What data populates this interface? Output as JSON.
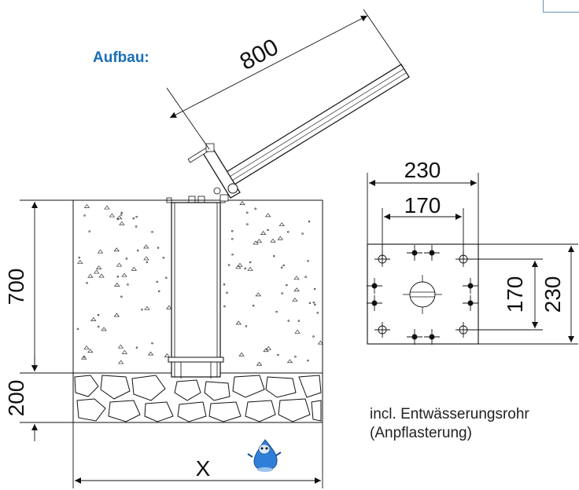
{
  "heading": "Aufbau:",
  "dimensions": {
    "pole_length": "800",
    "concrete_depth": "700",
    "gravel_depth": "200",
    "foundation_width": "X",
    "plate_outer_width": "230",
    "plate_hole_spacing_width": "170",
    "plate_hole_spacing_height": "170",
    "plate_outer_height": "230"
  },
  "note": {
    "line1": "incl. Entwässerungsrohr",
    "line2": "(Anpflasterung)"
  },
  "colors": {
    "heading": "#1a6fb5",
    "line": "#111111",
    "logo": "#2f7fd6"
  },
  "icons": {
    "logo": "water-drop-mascot-icon"
  }
}
